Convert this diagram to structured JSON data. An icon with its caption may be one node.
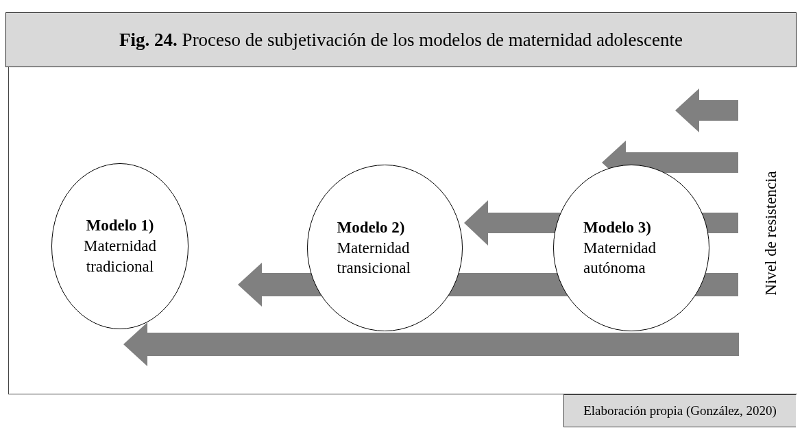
{
  "diagram": {
    "title": "**Fig. 24.** Proceso de subjetivación de los modelos de maternidad adolescente",
    "caption": "Elaboración propia (González, 2020)",
    "nodes": [
      {
        "text": [
          "Modelo 1)",
          "Maternidad tradicional"
        ]
      },
      {
        "text": [
          "Modelo 2)",
          "Maternidad transicional"
        ]
      },
      {
        "text": [
          "Modelo 3)",
          "Maternidad autónoma"
        ]
      }
    ],
    "edges": [
      {
        "from": null,
        "to": 1,
        "arrow": "to"
      }
    ],
    "labels": [
      "Nivel de resistencia"
    ]
  }
}
